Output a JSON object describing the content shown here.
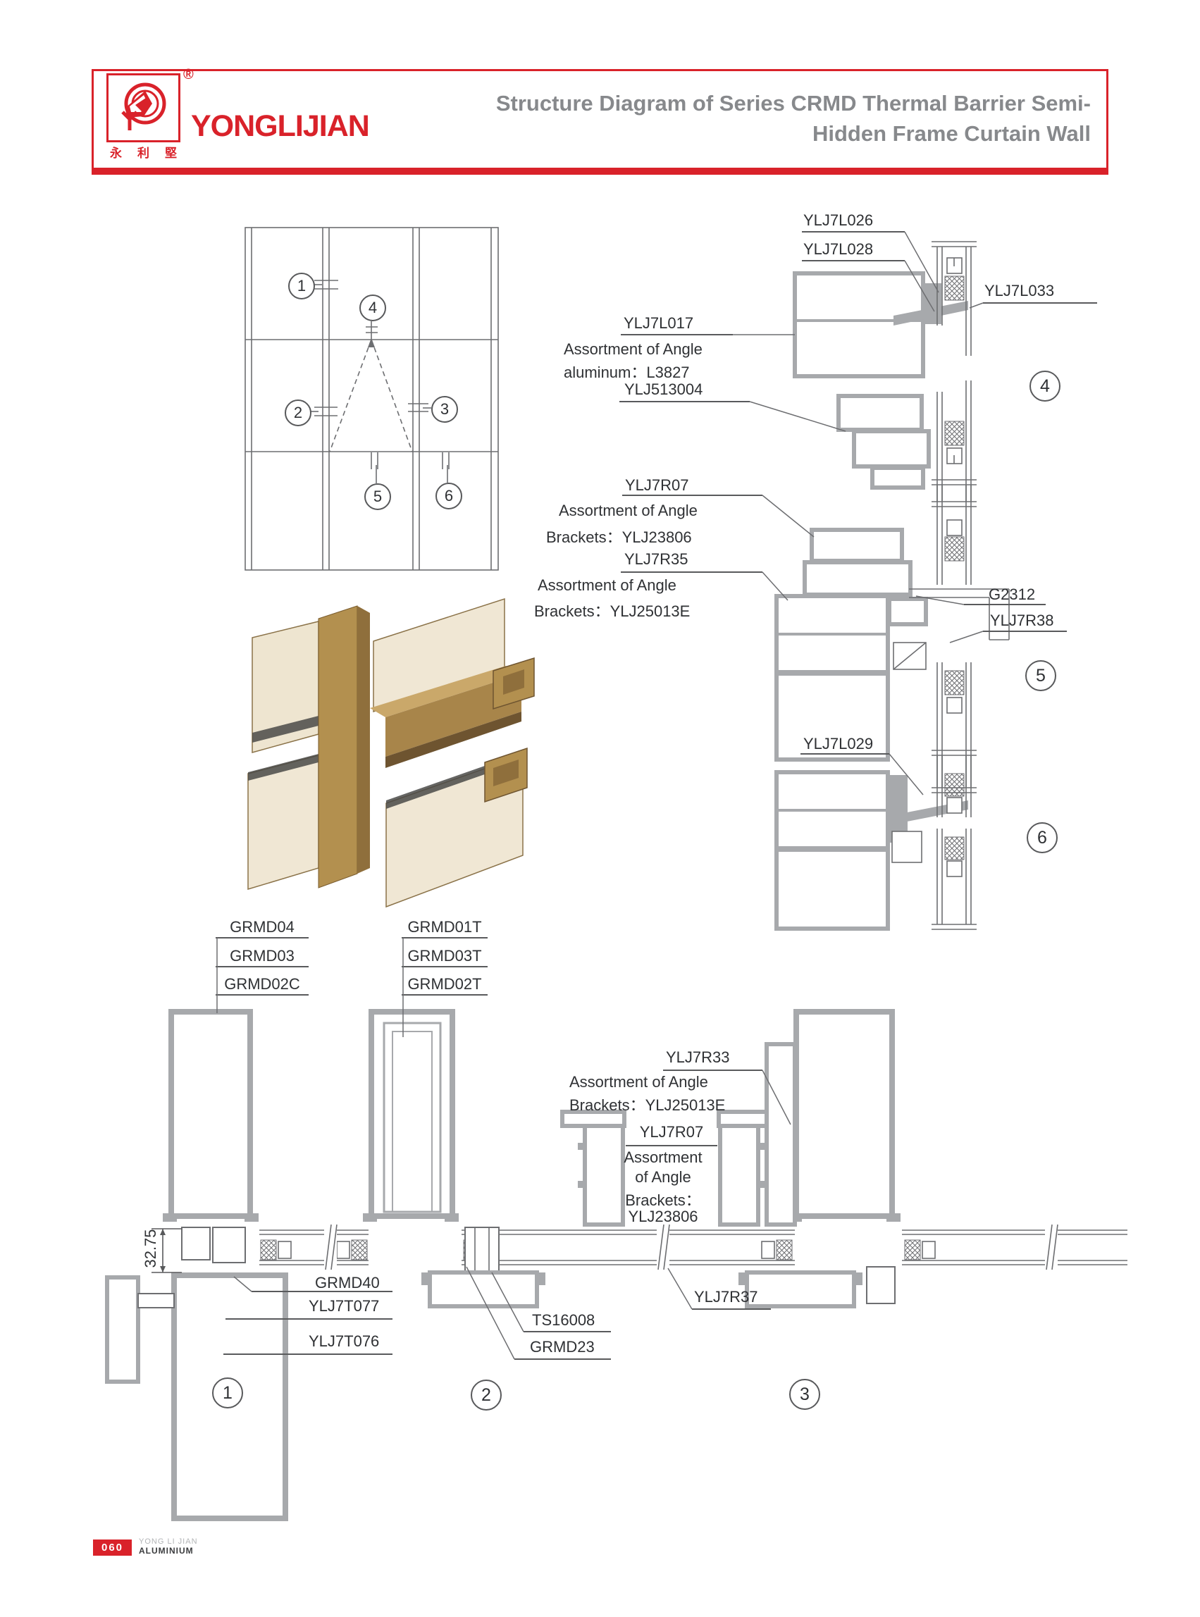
{
  "header": {
    "registered_mark": "®",
    "brand_cn_chars": [
      "永",
      "利",
      "堅"
    ],
    "brand_name": "YONGLIJIAN",
    "title_line1": "Structure Diagram of Series CRMD Thermal Barrier Semi-",
    "title_line2": "Hidden Frame Curtain Wall"
  },
  "colors": {
    "brand_red": "#d9222a",
    "title_gray": "#87898c",
    "drawing_line": "#6d6e71",
    "profile_wall": "#a7a9ac",
    "label_text": "#2f3134",
    "bronze_face": "#b3904f"
  },
  "balloons": {
    "b1": "1",
    "b2": "2",
    "b3": "3",
    "b4": "4",
    "b5": "5",
    "b6": "6"
  },
  "labels": {
    "d4": {
      "ylj7l026": "YLJ7L026",
      "ylj7l028": "YLJ7L028",
      "ylj7l033": "YLJ7L033",
      "ylj7l017": "YLJ7L017",
      "assort_line1": "Assortment of Angle",
      "assort_line2": "aluminum：L3827",
      "ylj513004": "YLJ513004"
    },
    "d5": {
      "ylj7r07": "YLJ7R07",
      "assort1_line1": "Assortment of Angle",
      "assort1_line2": "Brackets：YLJ23806",
      "ylj7r35": "YLJ7R35",
      "assort2_line1": "Assortment of Angle",
      "assort2_line2": "Brackets：YLJ25013E",
      "g2312": "G2312",
      "ylj7r38": "YLJ7R38"
    },
    "d6": {
      "ylj7l029": "YLJ7L029"
    },
    "d1": {
      "stack": [
        "GRMD04",
        "GRMD03",
        "GRMD02C"
      ],
      "dim": "32.75",
      "grmd40": "GRMD40",
      "ylj7t077": "YLJ7T077",
      "ylj7t076": "YLJ7T076"
    },
    "d2": {
      "stack": [
        "GRMD01T",
        "GRMD03T",
        "GRMD02T"
      ],
      "ts16008": "TS16008",
      "grmd23": "GRMD23"
    },
    "d3": {
      "ylj7r33": "YLJ7R33",
      "assort1_line1": "Assortment of Angle",
      "assort1_line2": "Brackets：YLJ25013E",
      "ylj7r07": "YLJ7R07",
      "assort2_line1": "Assortment",
      "assort2_line2": "of Angle",
      "assort2_line3": "Brackets：",
      "assort2_line4": "YLJ23806",
      "ylj7r37": "YLJ7R37"
    }
  },
  "footer": {
    "page_number": "060",
    "company_line1": "YONG LI JIAN",
    "company_line2": "ALUMINIUM"
  }
}
